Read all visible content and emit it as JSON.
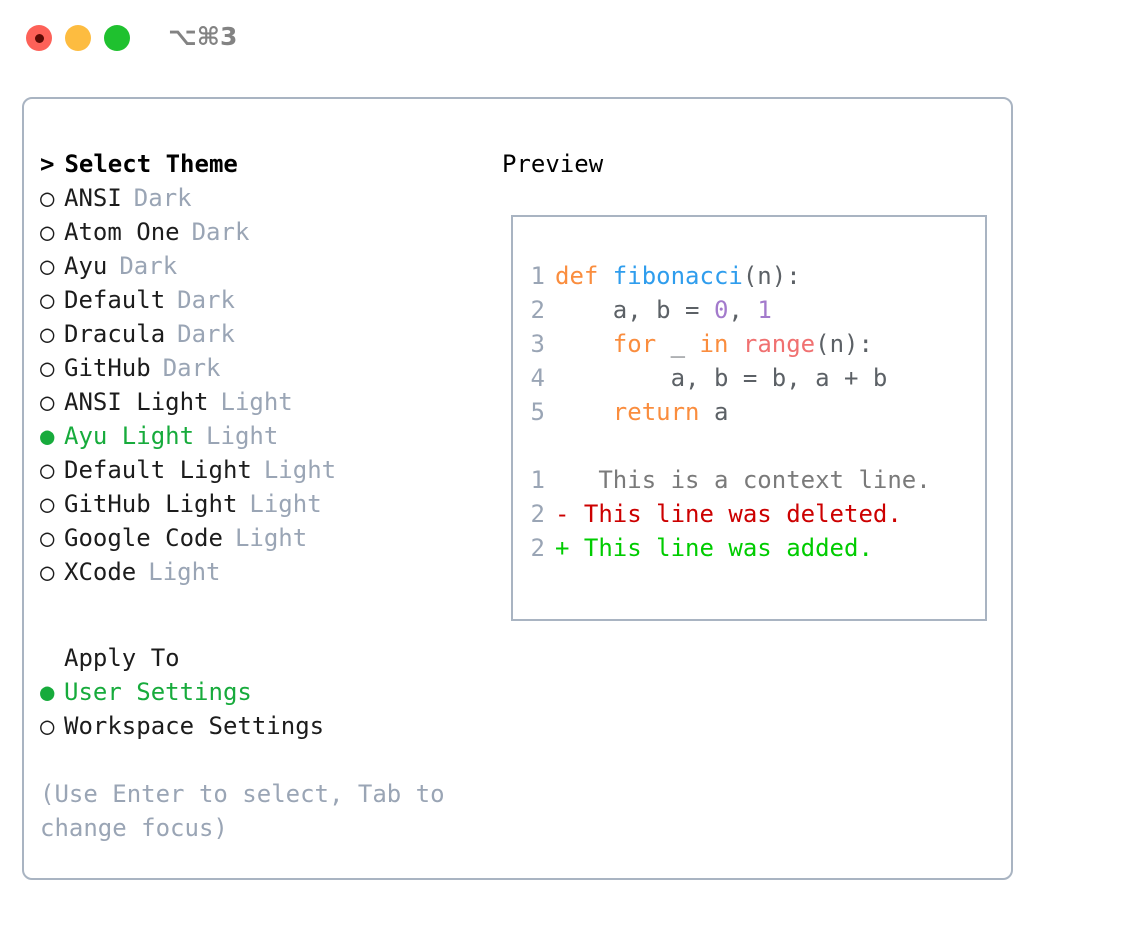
{
  "window": {
    "title": "⌥⌘3",
    "traffic_lights": [
      {
        "name": "close",
        "color": "#fd6158",
        "recording": true
      },
      {
        "name": "minimize",
        "color": "#fdbc40",
        "recording": false
      },
      {
        "name": "zoom",
        "color": "#1fc12f",
        "recording": false
      }
    ],
    "border_color": "#a9b4c2"
  },
  "left_panel": {
    "header": {
      "caret": ">",
      "label": "Select Theme"
    },
    "bullet_empty": "○",
    "bullet_filled": "●",
    "themes": [
      {
        "label": "ANSI",
        "variant": "Dark",
        "selected": false
      },
      {
        "label": "Atom One",
        "variant": "Dark",
        "selected": false
      },
      {
        "label": "Ayu",
        "variant": "Dark",
        "selected": false
      },
      {
        "label": "Default",
        "variant": "Dark",
        "selected": false
      },
      {
        "label": "Dracula",
        "variant": "Dark",
        "selected": false
      },
      {
        "label": "GitHub",
        "variant": "Dark",
        "selected": false
      },
      {
        "label": "ANSI Light",
        "variant": "Light",
        "selected": false
      },
      {
        "label": "Ayu Light",
        "variant": "Light",
        "selected": true
      },
      {
        "label": "Default Light",
        "variant": "Light",
        "selected": false
      },
      {
        "label": "GitHub Light",
        "variant": "Light",
        "selected": false
      },
      {
        "label": "Google Code",
        "variant": "Light",
        "selected": false
      },
      {
        "label": "XCode",
        "variant": "Light",
        "selected": false
      }
    ],
    "apply_to": {
      "title": "Apply To",
      "options": [
        {
          "label": "User Settings",
          "selected": true
        },
        {
          "label": "Workspace Settings",
          "selected": false
        }
      ]
    },
    "hint": "(Use Enter to select, Tab to change focus)"
  },
  "right_panel": {
    "title": "Preview",
    "code_lines": [
      {
        "number": "1",
        "tokens": [
          {
            "text": "def ",
            "type": "keyword"
          },
          {
            "text": "fibonacci",
            "type": "function"
          },
          {
            "text": "(n):",
            "type": "punct"
          }
        ]
      },
      {
        "number": "2",
        "tokens": [
          {
            "text": "    a, b = ",
            "type": "plain"
          },
          {
            "text": "0",
            "type": "number"
          },
          {
            "text": ", ",
            "type": "plain"
          },
          {
            "text": "1",
            "type": "number"
          }
        ]
      },
      {
        "number": "3",
        "tokens": [
          {
            "text": "    ",
            "type": "plain"
          },
          {
            "text": "for",
            "type": "keyword"
          },
          {
            "text": " _ ",
            "type": "plain"
          },
          {
            "text": "in",
            "type": "keyword"
          },
          {
            "text": " ",
            "type": "plain"
          },
          {
            "text": "range",
            "type": "call"
          },
          {
            "text": "(n):",
            "type": "punct"
          }
        ]
      },
      {
        "number": "4",
        "tokens": [
          {
            "text": "        a, b = b, a + b",
            "type": "plain"
          }
        ]
      },
      {
        "number": "5",
        "tokens": [
          {
            "text": "    ",
            "type": "plain"
          },
          {
            "text": "return",
            "type": "keyword"
          },
          {
            "text": " a",
            "type": "plain"
          }
        ]
      }
    ],
    "diff_lines": [
      {
        "number": "1",
        "marker": " ",
        "text": "  This is a context line.",
        "type": "context"
      },
      {
        "number": "2",
        "marker": "-",
        "text": " This line was deleted.",
        "type": "deleted"
      },
      {
        "number": "2",
        "marker": "+",
        "text": " This line was added.",
        "type": "added"
      }
    ]
  },
  "colors": {
    "accent_green": "#17ab3c",
    "muted": "#9aa5b5",
    "keyword": "#fa8d3e",
    "function": "#2f9ded",
    "number": "#a37acc",
    "call": "#f07171",
    "plain": "#5c6166",
    "diff_deleted": "#cc0000",
    "diff_added": "#00cc00",
    "border": "#a9b4c2"
  }
}
